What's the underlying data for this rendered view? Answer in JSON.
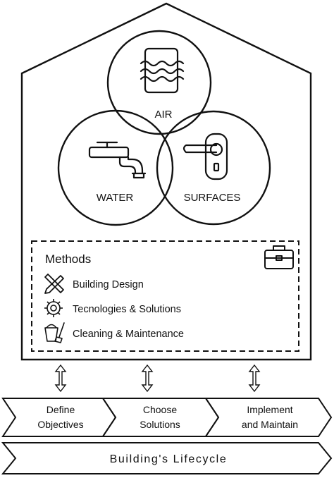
{
  "house": {
    "circles": {
      "air": "AIR",
      "water": "WATER",
      "surfaces": "SURFACES"
    },
    "methods": {
      "title": "Methods",
      "items": [
        {
          "label": "Building Design",
          "icon": "ruler-pencil-icon"
        },
        {
          "label": "Tecnologies & Solutions",
          "icon": "gear-chip-icon"
        },
        {
          "label": "Cleaning & Maintenance",
          "icon": "bucket-broom-icon"
        }
      ],
      "toolbox_icon": "toolbox-icon"
    }
  },
  "steps": [
    {
      "line1": "Define",
      "line2": "Objectives"
    },
    {
      "line1": "Choose",
      "line2": "Solutions"
    },
    {
      "line1": "Implement",
      "line2": "and Maintain"
    }
  ],
  "lifecycle": "Building's Lifecycle"
}
